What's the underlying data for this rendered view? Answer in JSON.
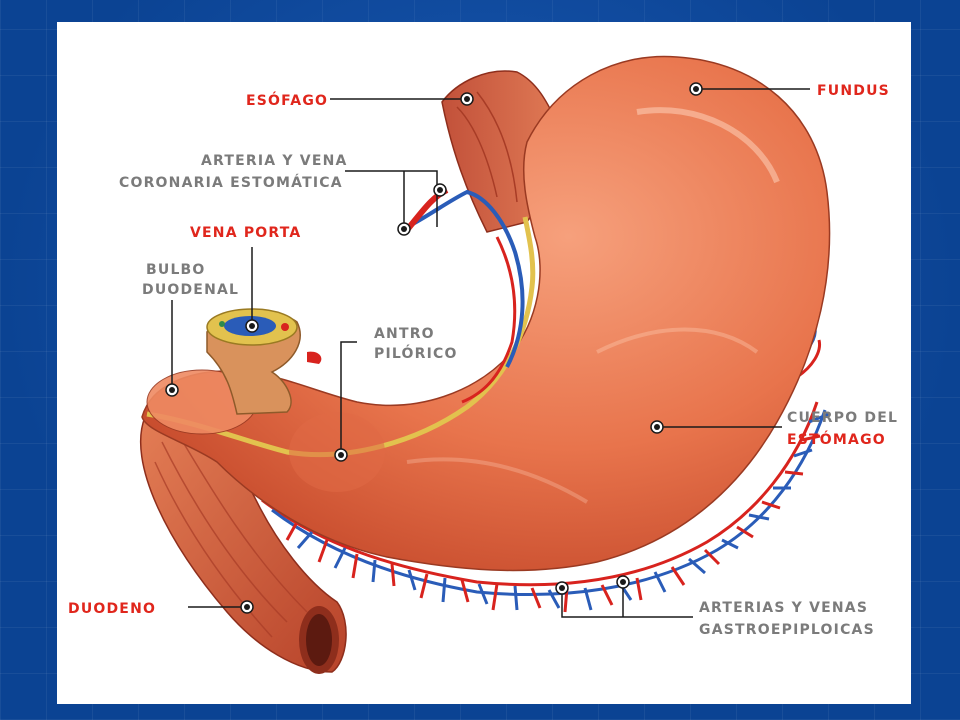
{
  "labels": {
    "esofago": "ESÓFAGO",
    "fundus": "FUNDUS",
    "arteria_coronaria_l1": "ARTERIA Y VENA",
    "arteria_coronaria_l2": "CORONARIA ESTOMÁTICA",
    "vena_porta": "VENA PORTA",
    "bulbo_l1": "BULBO",
    "bulbo_l2": "DUODENAL",
    "antro_l1": "ANTRO",
    "antro_l2": "PILÓRICO",
    "cuerpo_l1": "CUERPO DEL",
    "cuerpo_l2": "ESTÓMAGO",
    "duodeno": "DUODENO",
    "gastro_l1": "ARTERIAS Y VENAS",
    "gastro_l2": "GASTROEPIPLOICAS"
  },
  "colors": {
    "label_red": "#e0261c",
    "label_gray": "#7b7b7b",
    "stomach": "#e8744c",
    "artery": "#d8231e",
    "vein": "#2a5cb8",
    "fat": "#e2c24e",
    "background": "#0b4393"
  }
}
